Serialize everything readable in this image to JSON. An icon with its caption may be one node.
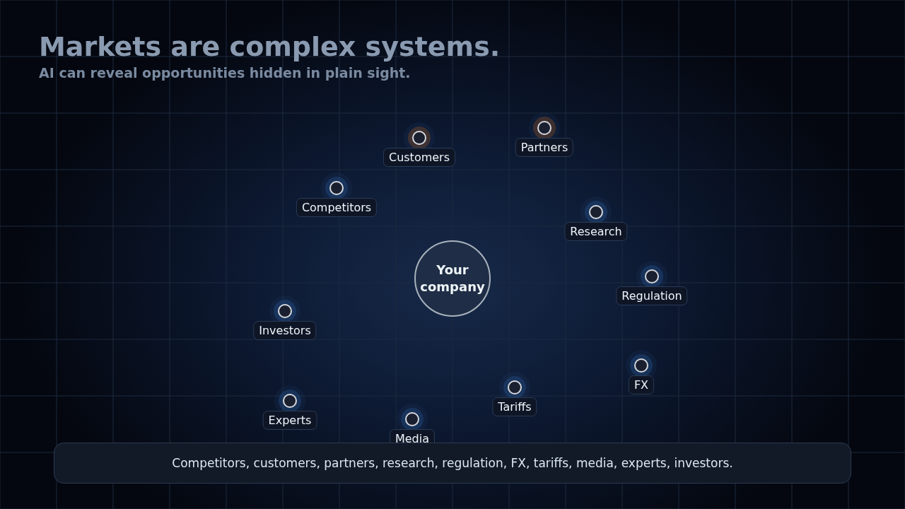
{
  "diagram": {
    "title": "Markets are complex systems.",
    "caption": "Competitors, customers, partners, research, regulation, FX, tariffs, media, experts, investors.",
    "nodes": [
      {
        "text": [
          "Your company"
        ]
      },
      {
        "text": [
          "Customers"
        ]
      },
      {
        "text": [
          "Partners"
        ]
      },
      {
        "text": [
          "Competitors"
        ]
      },
      {
        "text": [
          "Research"
        ]
      },
      {
        "text": [
          "Regulation"
        ]
      },
      {
        "text": [
          "Investors"
        ]
      },
      {
        "text": [
          "FX"
        ]
      },
      {
        "text": [
          "Tariffs"
        ]
      },
      {
        "text": [
          "Experts"
        ]
      },
      {
        "text": [
          "Media"
        ]
      }
    ],
    "edges": [],
    "labels": [
      "AI can reveal opportunities hidden in plain sight."
    ]
  }
}
